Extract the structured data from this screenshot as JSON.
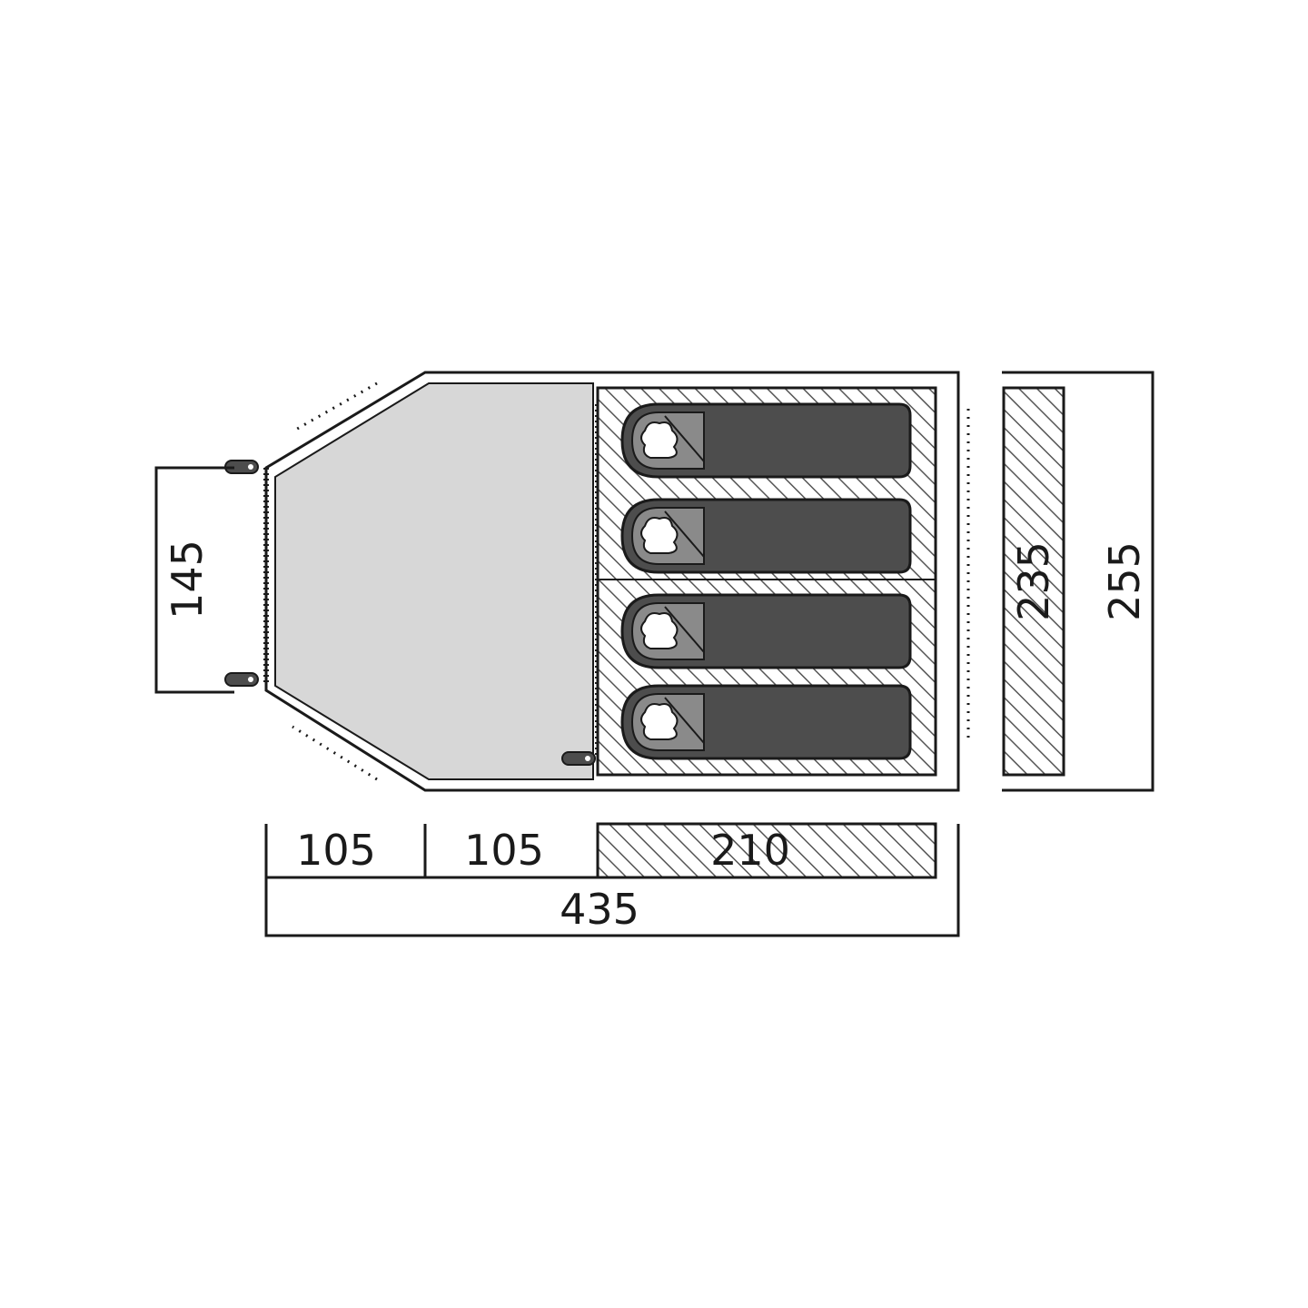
{
  "colors": {
    "outline": "#1a1a1a",
    "vestibule_floor": "#d7d7d7",
    "sleeping_bag": "#4d4d4d",
    "bag_hood": "#8a8a8a",
    "hatch": "#555555",
    "background": "#ffffff"
  },
  "icons": {
    "tent_peg": "tent-peg-icon",
    "sleeping_bag": "sleeping-bag-icon",
    "person_head": "person-head-icon"
  },
  "sleeping_places": 4,
  "dimensions": {
    "vestibule_front_width": "145",
    "vestibule_section_1": "105",
    "vestibule_section_2": "105",
    "inner_tent_length": "210",
    "total_length": "435",
    "inner_tent_width": "235",
    "total_width": "255"
  }
}
